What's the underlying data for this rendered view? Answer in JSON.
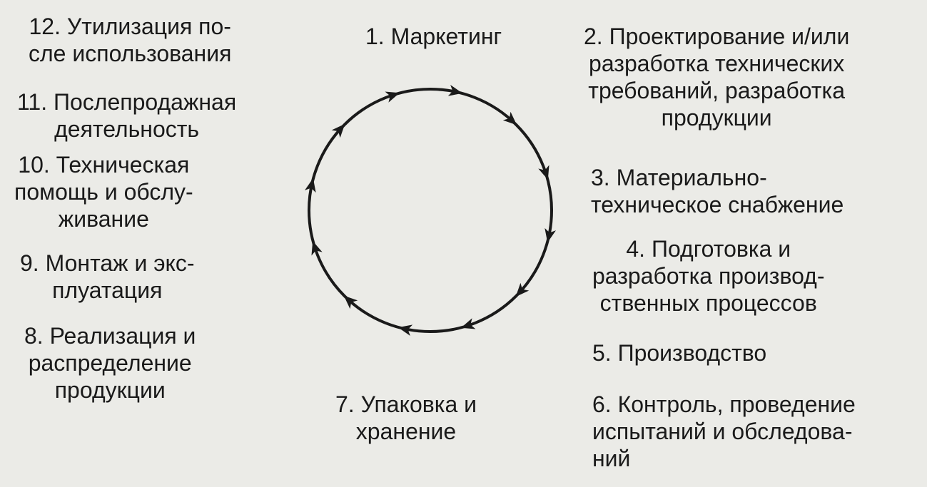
{
  "diagram": {
    "stages": [
      {
        "id": 1,
        "text": "1. Маркетинг"
      },
      {
        "id": 2,
        "text": "2. Проектирование и/или\nразработка технических\nтребований, разработка\nпродукции"
      },
      {
        "id": 3,
        "text": "3. Материально-\nтехническое снабжение"
      },
      {
        "id": 4,
        "text": "4. Подготовка и\nразработка производ-\nственных процессов"
      },
      {
        "id": 5,
        "text": "5. Производство"
      },
      {
        "id": 6,
        "text": "6. Контроль, проведение\nиспытаний и обследова-\nний"
      },
      {
        "id": 7,
        "text": "7. Упаковка и\nхранение"
      },
      {
        "id": 8,
        "text": "8. Реализация и\nраспределение\nпродукции"
      },
      {
        "id": 9,
        "text": "9. Монтаж и экс-\nплуатация"
      },
      {
        "id": 10,
        "text": "10. Техническая\nпомощь и обслу-\nживание"
      },
      {
        "id": 11,
        "text": "11. Послепродажная\nдеятельность"
      },
      {
        "id": 12,
        "text": "12. Утилизация по-\nсле использования"
      }
    ],
    "direction": "clockwise",
    "colors": {
      "ink": "#1a1a1a",
      "background": "#ebebe7"
    }
  }
}
